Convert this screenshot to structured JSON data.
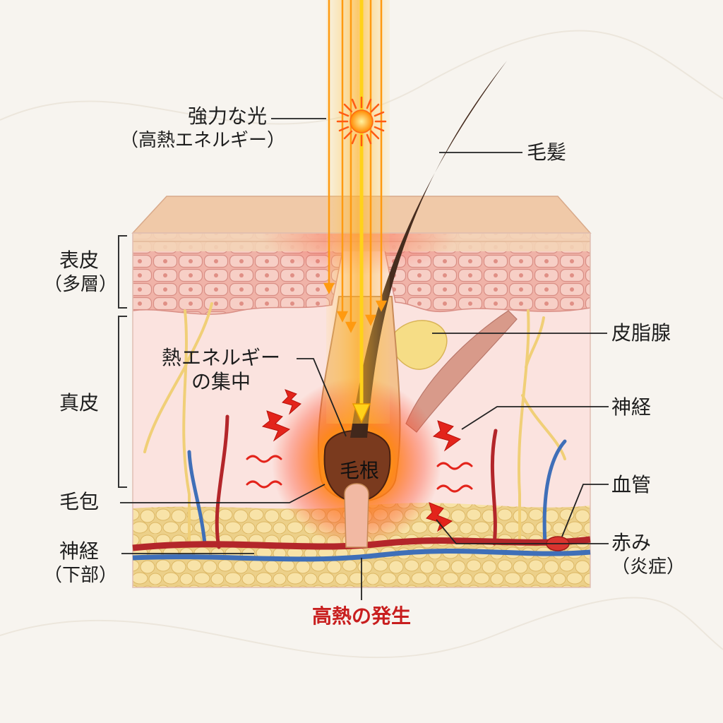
{
  "labels": {
    "light": {
      "line1": "強力な光",
      "line2": "（高熱エネルギー）"
    },
    "hair": "毛髪",
    "epidermis": {
      "line1": "表皮",
      "line2": "（多層）"
    },
    "dermis": "真皮",
    "heat_focus": {
      "line1": "熱エネルギー",
      "line2": "の集中"
    },
    "hair_root": "毛根",
    "sebaceous_gland": "皮脂腺",
    "nerve": "神経",
    "blood_vessel": "血管",
    "follicle": "毛包",
    "nerve_lower": {
      "line1": "神経",
      "line2": "（下部）"
    },
    "redness": {
      "line1": "赤み",
      "line2": "（炎症）"
    },
    "heat_generation": "高熱の発生"
  },
  "colors": {
    "skin_surface": "#f0c9a8",
    "epidermis": "#f2b9b0",
    "dermis": "#fbe3df",
    "fat": "#f5dfa0",
    "beam": "#ffb020",
    "heat_glow": "#ff6a00",
    "hair": "#3b2518",
    "artery": "#b3262a",
    "vein": "#3f6fb8",
    "nerve": "#f0cf77",
    "accent_red": "#c81e1e"
  }
}
